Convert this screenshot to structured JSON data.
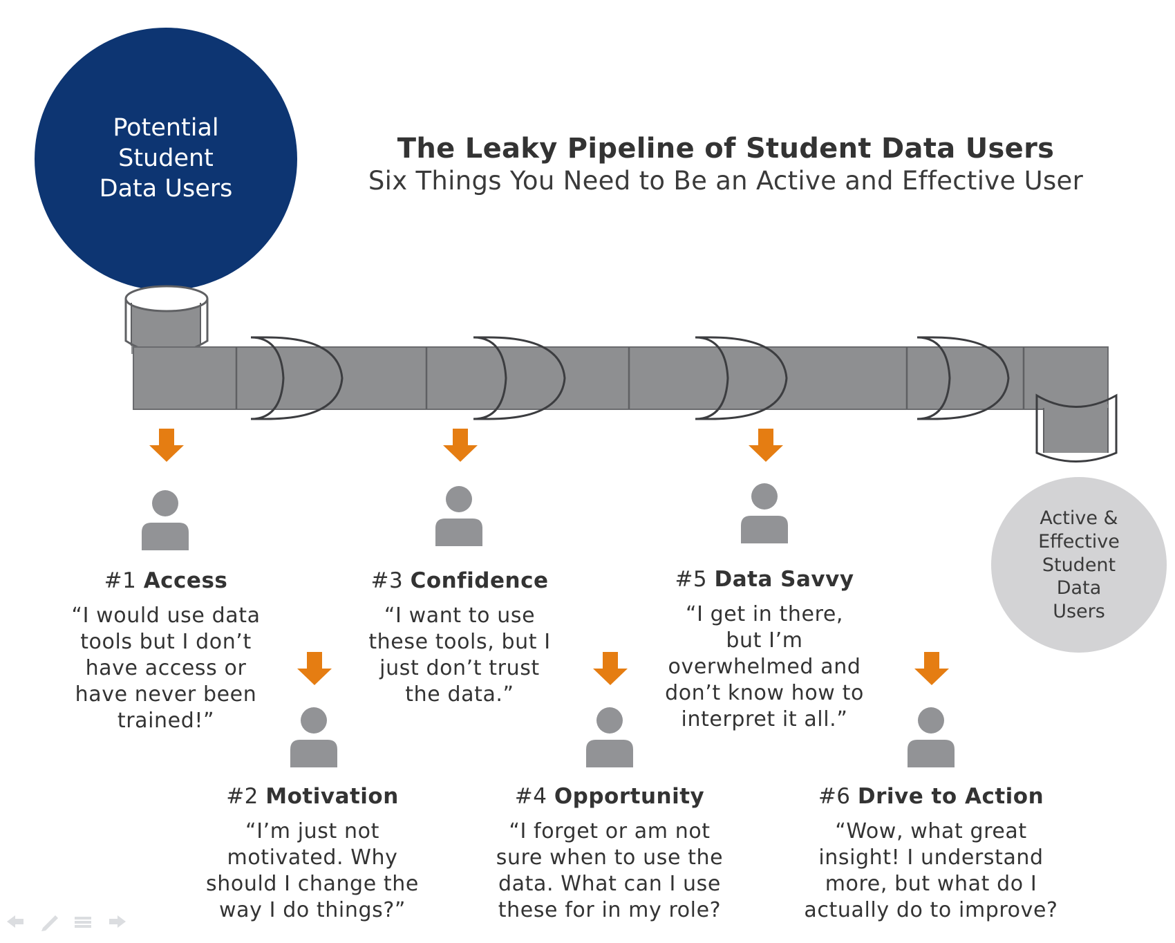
{
  "title": "The Leaky Pipeline of Student Data Users",
  "subtitle": "Six Things You Need to Be an Active and Effective User",
  "start_circle": {
    "lines": [
      "Potential",
      "Student",
      "Data Users"
    ],
    "color": "#0d3572"
  },
  "end_circle": {
    "lines": [
      "Active &",
      "Effective",
      "Student",
      "Data",
      "Users"
    ],
    "color": "#d3d3d5"
  },
  "colors": {
    "pipe": "#8e8f91",
    "arrow": "#e57d12",
    "person": "#929396",
    "text": "#333333"
  },
  "steps": [
    {
      "number": "#1",
      "name": "Access",
      "quote": "“I would use data\ntools but I don’t\nhave access or\nhave never been\ntrained!”"
    },
    {
      "number": "#2",
      "name": "Motivation",
      "quote": "“I’m just not\nmotivated. Why\nshould I change the\nway I do things?”"
    },
    {
      "number": "#3",
      "name": "Confidence",
      "quote": "“I want to use\nthese tools, but I\njust don’t trust\nthe data.”"
    },
    {
      "number": "#4",
      "name": "Opportunity",
      "quote": "“I forget or am not\nsure when to use the\ndata. What can I use\nthese for in my role?"
    },
    {
      "number": "#5",
      "name": "Data Savvy",
      "quote": "“I get in there,\nbut I’m\noverwhelmed and\ndon’t know how to\ninterpret it all.”"
    },
    {
      "number": "#6",
      "name": "Drive to Action",
      "quote": "“Wow, what great\ninsight! I understand\nmore, but what do I\nactually do to improve?"
    }
  ]
}
